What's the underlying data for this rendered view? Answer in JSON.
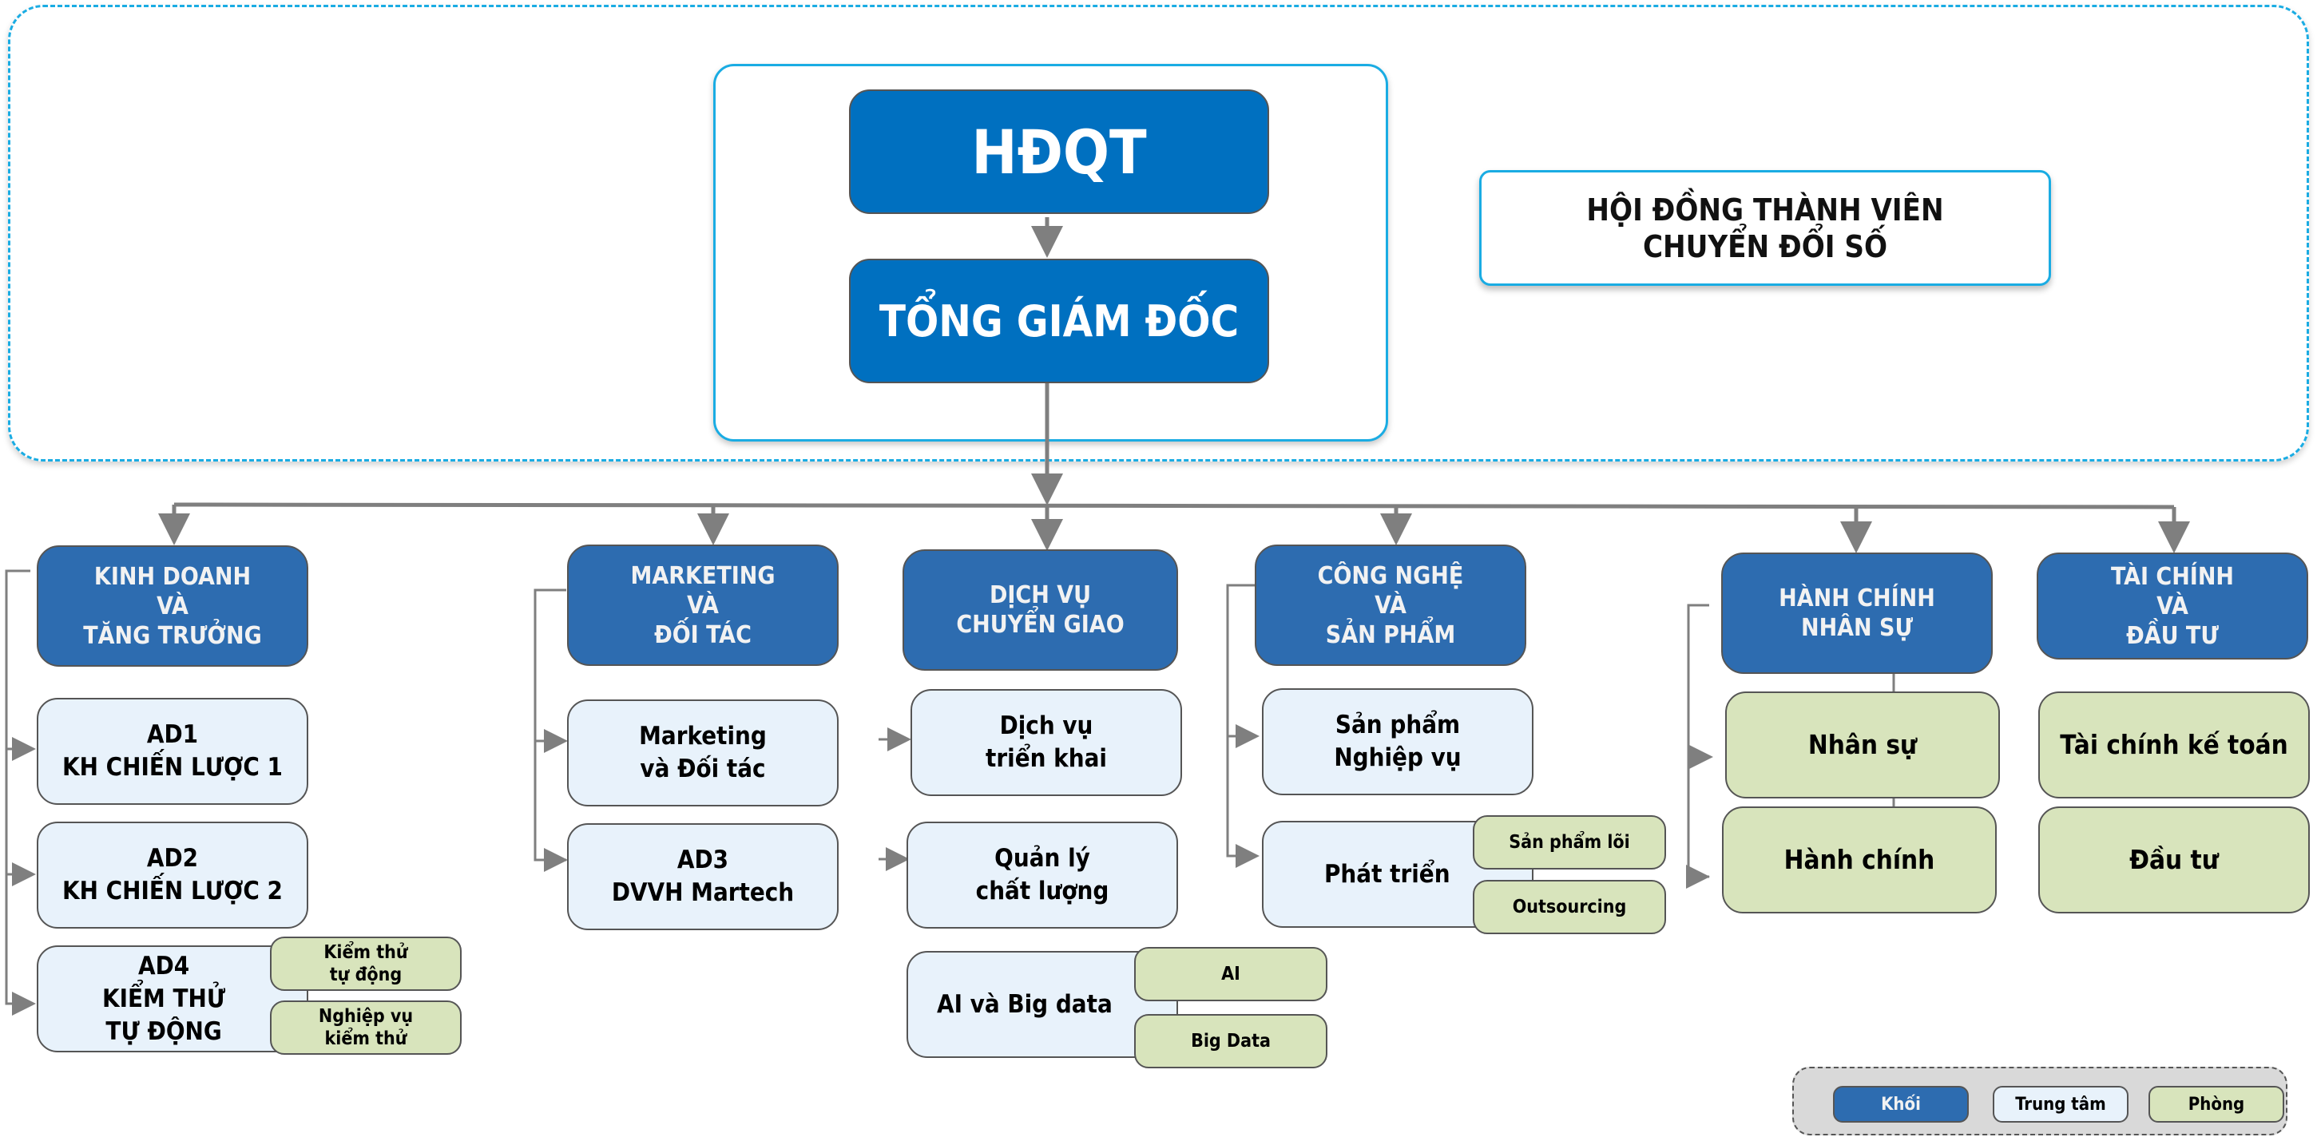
{
  "colors": {
    "khoi": "#2d6cb0",
    "trung_tam": "#e8f2fb",
    "phong": "#d8e4bc",
    "executive": "#0070c0",
    "frame_accent": "#1aace3",
    "connector": "#7f7f7f"
  },
  "top": {
    "hdqt": "HĐQT",
    "ceo": "TỔNG GIÁM ĐỐC",
    "digital_board": "HỘI ĐỒNG THÀNH VIÊN\nCHUYỂN ĐỔI SỐ"
  },
  "blocks": [
    {
      "title": "KINH DOANH\nVÀ\nTĂNG TRƯỞNG",
      "centers": [
        {
          "label": "AD1\nKH CHIẾN LƯỢC 1"
        },
        {
          "label": "AD2\nKH CHIẾN LƯỢC 2"
        },
        {
          "label": "AD4\nKIỂM THỬ\nTỰ ĐỘNG",
          "departments": [
            "Kiểm thử\ntự động",
            "Nghiệp vụ\nkiểm thử"
          ]
        }
      ]
    },
    {
      "title": "MARKETING\nVÀ\nĐỐI TÁC",
      "centers": [
        {
          "label": "Marketing\nvà Đối tác"
        },
        {
          "label": "AD3\nDVVH Martech"
        }
      ]
    },
    {
      "title": "DỊCH VỤ\nCHUYỂN GIAO",
      "centers": [
        {
          "label": "Dịch vụ\ntriển khai"
        },
        {
          "label": "Quản lý\nchất lượng"
        },
        {
          "label": "AI và Big data",
          "departments": [
            "AI",
            "Big Data"
          ]
        }
      ]
    },
    {
      "title": "CÔNG NGHỆ\nVÀ\nSẢN PHẨM",
      "centers": [
        {
          "label": "Sản phẩm\nNghiệp vụ"
        },
        {
          "label": "Phát triển",
          "departments": [
            "Sản phẩm lõi",
            "Outsourcing"
          ]
        }
      ]
    },
    {
      "title": "HÀNH CHÍNH\nNHÂN SỰ",
      "departments": [
        "Nhân sự",
        "Hành chính"
      ]
    },
    {
      "title": "TÀI CHÍNH\nVÀ\nĐẦU TƯ",
      "departments": [
        "Tài chính kế toán",
        "Đầu tư"
      ]
    }
  ],
  "legend": {
    "khoi": "Khối",
    "trung_tam": "Trung tâm",
    "phong": "Phòng"
  }
}
